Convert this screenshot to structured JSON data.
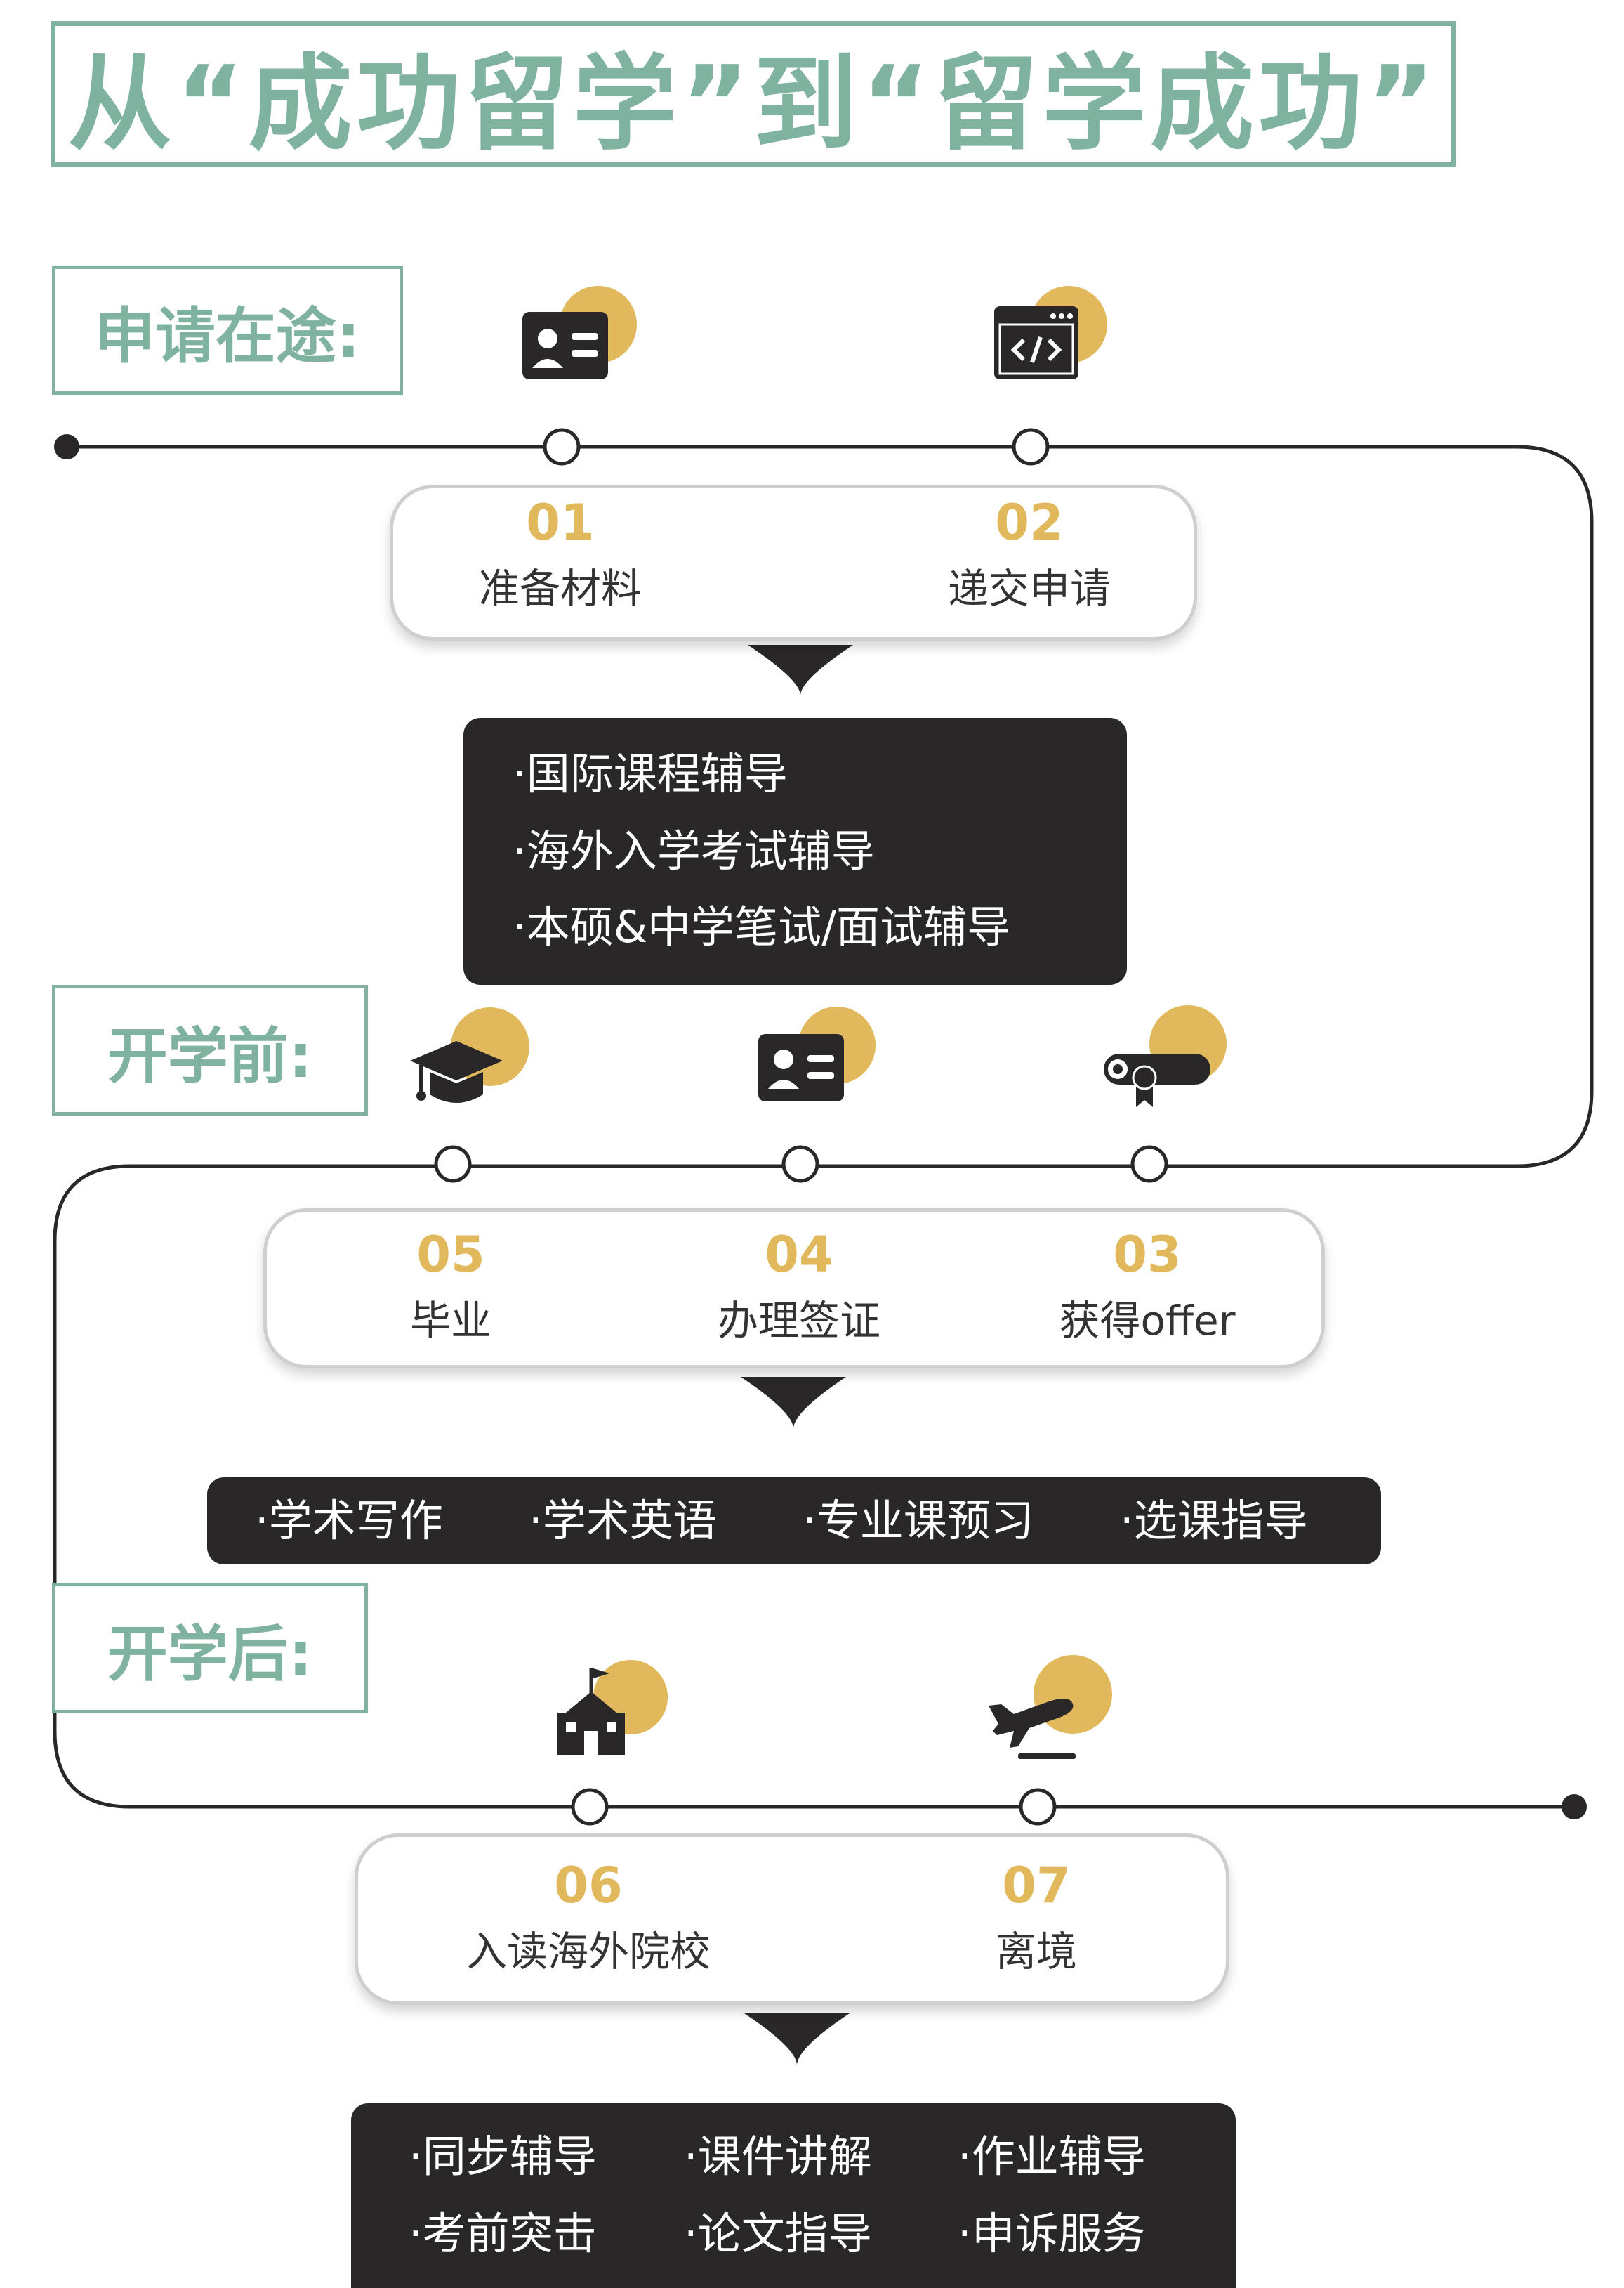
{
  "title": "从“成功留学”到“留学成功”",
  "colors": {
    "accent_green": "#7fb3a0",
    "accent_gold": "#e1b95c",
    "dark": "#2a2728",
    "line": "#2a2728"
  },
  "sections": [
    {
      "label": "申请在途:",
      "steps": [
        {
          "number": "01",
          "label": "准备材料",
          "icon": "id-card-icon"
        },
        {
          "number": "02",
          "label": "递交申请",
          "icon": "code-window-icon"
        }
      ],
      "services": [
        "·国际课程辅导",
        "·海外入学考试辅导",
        "·本硕&中学笔试/面试辅导"
      ]
    },
    {
      "label": "开学前:",
      "steps": [
        {
          "number": "05",
          "label": "毕业",
          "icon": "graduation-cap-icon"
        },
        {
          "number": "04",
          "label": "办理签证",
          "icon": "id-card-icon"
        },
        {
          "number": "03",
          "label": "获得offer",
          "icon": "diploma-icon"
        }
      ],
      "services": [
        "·学术写作",
        "·学术英语",
        "·专业课预习",
        "·选课指导"
      ]
    },
    {
      "label": "开学后:",
      "steps": [
        {
          "number": "06",
          "label": "入读海外院校",
          "icon": "school-icon"
        },
        {
          "number": "07",
          "label": "离境",
          "icon": "airplane-icon"
        }
      ],
      "services": [
        "·同步辅导",
        "·课件讲解",
        "·作业辅导",
        "·考前突击",
        "·论文指导",
        "·申诉服务"
      ]
    }
  ]
}
